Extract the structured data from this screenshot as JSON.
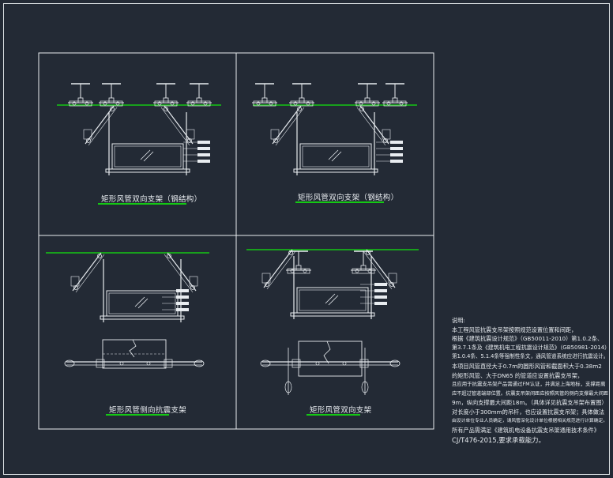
{
  "titles": {
    "top_left": "矩形风管双向支架（钢结构）",
    "top_right": "矩形风管双向支架（钢结构）",
    "bottom_left": "矩形风管侧向抗震支架",
    "bottom_right": "矩形风管双向支架"
  },
  "notes": {
    "heading": "说明:",
    "lines": [
      "本工程风管抗震支吊架按照规范设置位置和间距，",
      "根据《建筑抗震设计规范》（GB50011-2010）第1.0.2条、",
      "第3.7.1条及《建筑机电工程抗震设计规范》（GB50981-2014）",
      "第1.0.4条、5.1.4条等强制性条文，通风管道系统应进行抗震设计。",
      "本项目风管直径大于0.7m的圆形风管和截面积大于0.38m2",
      "的矩形风管、大于DN65 的管道应设置抗震支吊架，",
      "且应用于抗震支吊架产品需通过FM认证，并满足上海地标，支撑距离",
      "应不超过管道端部位置。抗震支吊架间距应按照风管的侧向支撑最大间距",
      "9m，纵向支撑最大间距18m。（具体详见抗震支吊架布置图）",
      "对长度小于300mm的吊杆，也应设置抗震支吊架；具体做法",
      "由设计单位专业人员确定，请风管深化设计单位根据相关规范进行计算确定。",
      "所有产品需满足《建筑机电设备抗震支吊架通用技术条件》"
    ],
    "standard": "CJ/T476-2015,要求承载能力。"
  },
  "colors": {
    "background": "#232a35",
    "linework": "#e8ecf0",
    "ceiling_line": "#14c814"
  }
}
